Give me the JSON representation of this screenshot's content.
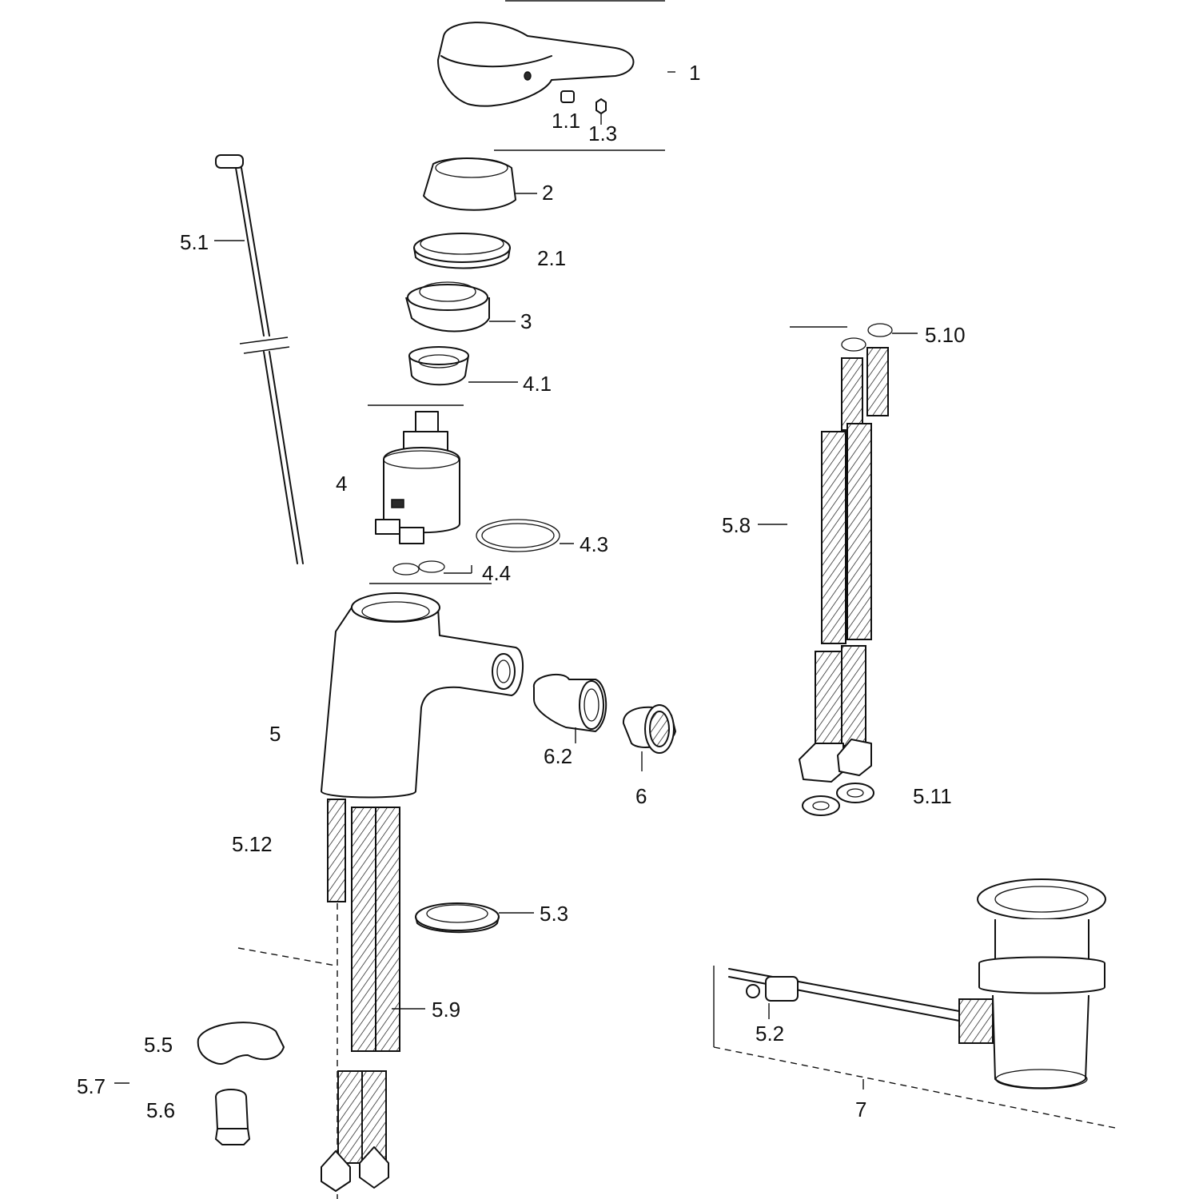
{
  "labels": {
    "p1": "1",
    "p1_1": "1.1",
    "p1_3": "1.3",
    "p2": "2",
    "p2_1": "2.1",
    "p3": "3",
    "p4_1": "4.1",
    "p4": "4",
    "p4_3": "4.3",
    "p4_4": "4.4",
    "p5": "5",
    "p5_1": "5.1",
    "p5_2": "5.2",
    "p5_3": "5.3",
    "p5_5": "5.5",
    "p5_6": "5.6",
    "p5_7": "5.7",
    "p5_8": "5.8",
    "p5_9": "5.9",
    "p5_10": "5.10",
    "p5_11": "5.11",
    "p5_12": "5.12",
    "p6": "6",
    "p6_2": "6.2",
    "p7": "7"
  },
  "colors": {
    "line": "#111111",
    "background": "#ffffff",
    "shade": "#2a2a2a"
  }
}
